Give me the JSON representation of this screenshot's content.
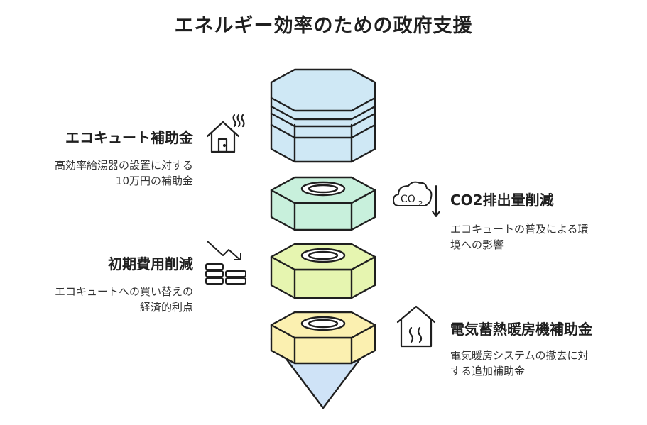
{
  "title": "エネルギー効率のための政府支援",
  "items": [
    {
      "heading": "エコキュート補助金",
      "desc_lines": [
        "高効率給湯器の設置に対する",
        "10万円の補助金"
      ],
      "icon": "house-heat-icon"
    },
    {
      "heading": "CO2排出量削減",
      "desc_lines": [
        "エコキュートの普及による環",
        "境への影響"
      ],
      "icon": "co2-down-icon"
    },
    {
      "heading": "初期費用削減",
      "desc_lines": [
        "エコキュートへの買い替えの",
        "経済的利点"
      ],
      "icon": "coins-down-icon"
    },
    {
      "heading": "電気蓄熱暖房機補助金",
      "desc_lines": [
        "電気暖房システムの撤去に対",
        "する追加補助金"
      ],
      "icon": "heated-house-icon"
    }
  ],
  "colors": {
    "cap": "#cfe8f5",
    "nut_green": "#c8f0dc",
    "nut_lime": "#e6f5b0",
    "nut_yellow": "#fbf0b0",
    "tip": "#cfe3f7",
    "stroke": "#1f1f1f"
  }
}
